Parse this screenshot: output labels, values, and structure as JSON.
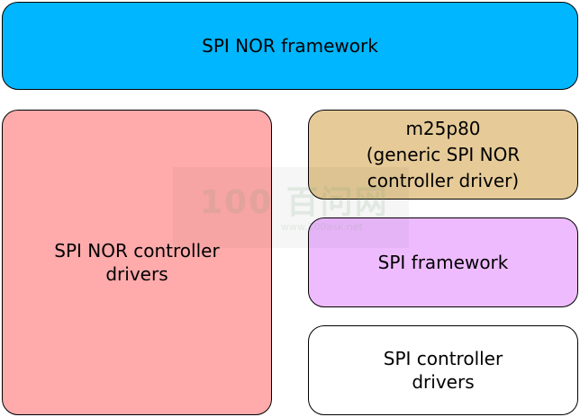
{
  "colors": {
    "nor_framework": "#00b6ff",
    "nor_controller": "#ffaaab",
    "m25p80": "#e6cb98",
    "spi_framework": "#eebbff",
    "spi_controller": "#ffffff",
    "border": "#000000"
  },
  "boxes": {
    "nor_framework": "SPI NOR framework",
    "nor_controller": "SPI NOR controller\ndrivers",
    "m25p80": "m25p80\n(generic SPI NOR\ncontroller driver)",
    "spi_framework": "SPI framework",
    "spi_controller": "SPI controller\ndrivers"
  },
  "watermark": {
    "big": "100 百问网",
    "small": "www.100ask.net"
  }
}
